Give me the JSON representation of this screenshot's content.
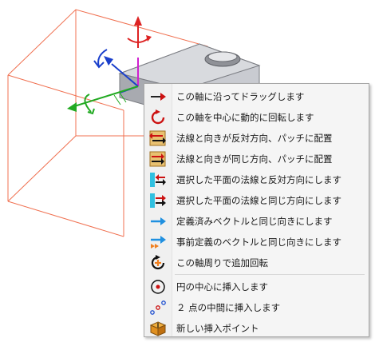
{
  "context_menu": {
    "items": [
      {
        "label": "この軸に沿ってドラッグします",
        "icon": "arrow-right-icon"
      },
      {
        "label": "この軸を中心に動的に回転します",
        "icon": "rotate-icon"
      },
      {
        "label": "法線と向きが反対方向、パッチに配置",
        "icon": "normal-opposite-patch-icon"
      },
      {
        "label": "法線と向きが同じ方向、パッチに配置",
        "icon": "normal-same-patch-icon"
      },
      {
        "label": "選択した平面の法線と反対方向にします",
        "icon": "plane-normal-opposite-icon"
      },
      {
        "label": "選択した平面の法線と同じ方向にします",
        "icon": "plane-normal-same-icon"
      },
      {
        "label": "定義済みベクトルと同じ向きにします",
        "icon": "predefined-vector-icon"
      },
      {
        "label": "事前定義のベクトルと同じ向きにします",
        "icon": "predefined-vector-alt-icon"
      },
      {
        "label": "この軸周りで追加回転",
        "icon": "additional-rotation-icon"
      },
      {
        "label": "円の中心に挿入します",
        "icon": "circle-center-icon"
      },
      {
        "label": "２ 点の中間に挿入します",
        "icon": "midpoint-icon"
      },
      {
        "label": "新しい挿入ポイント",
        "icon": "new-insert-point-icon"
      }
    ]
  },
  "colors": {
    "axis_x": "#22aa22",
    "axis_y": "#1a3fcc",
    "axis_z": "#dd2222",
    "wire_box": "#f07050",
    "part": "#c0c2c8"
  }
}
